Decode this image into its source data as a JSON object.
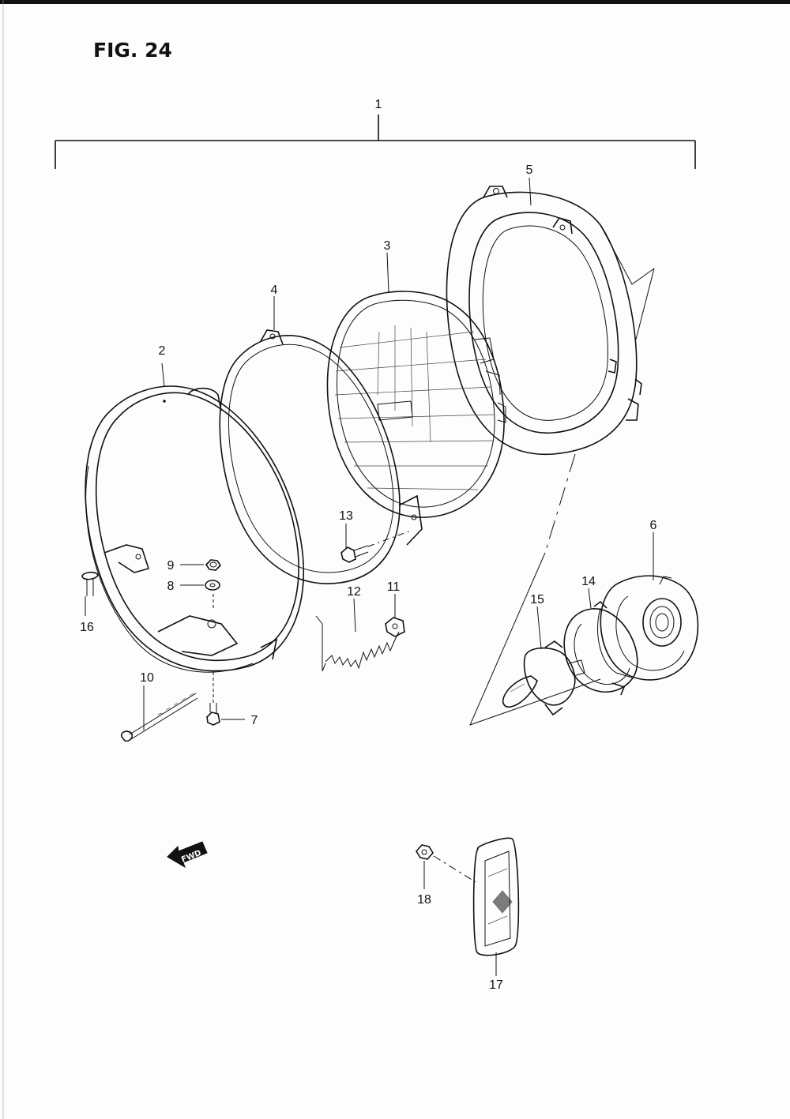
{
  "figure": {
    "title": "FIG. 24"
  },
  "callouts": {
    "c1": "1",
    "c2": "2",
    "c3": "3",
    "c4": "4",
    "c5": "5",
    "c6": "6",
    "c7": "7",
    "c8": "8",
    "c9": "9",
    "c10": "10",
    "c11": "11",
    "c12": "12",
    "c13": "13",
    "c14": "14",
    "c15": "15",
    "c16": "16",
    "c17": "17",
    "c18": "18"
  },
  "direction_arrow": {
    "label": "FWD"
  },
  "icons": {
    "direction": "fwd-arrow-icon"
  }
}
